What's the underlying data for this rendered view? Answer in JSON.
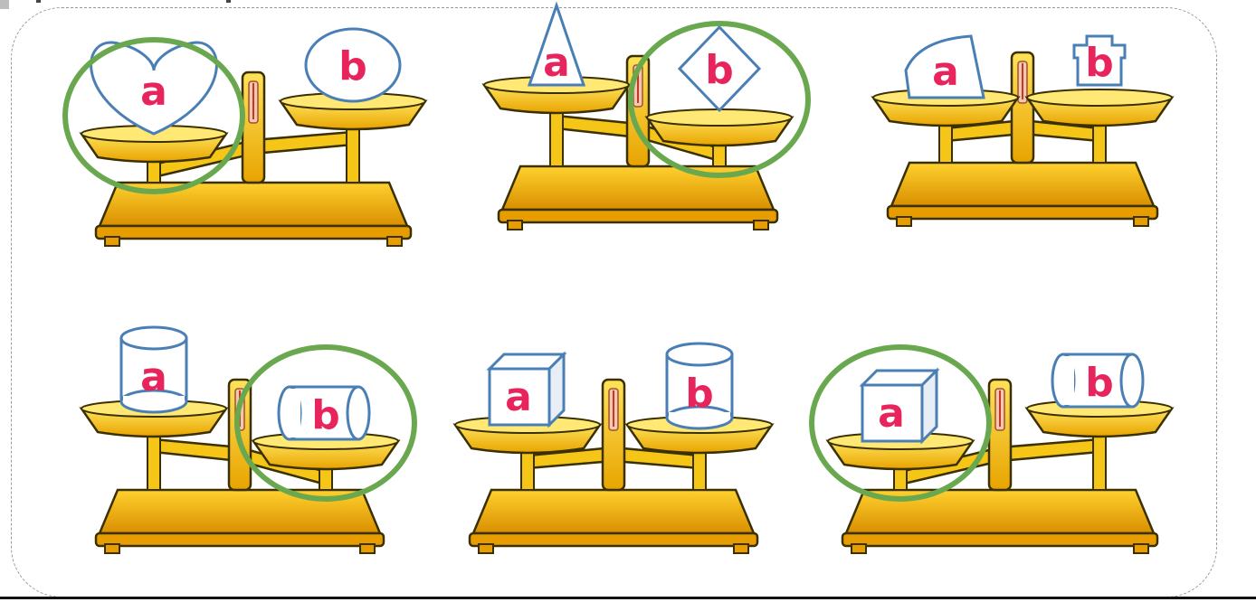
{
  "scales": [
    {
      "left": {
        "shape": "heart",
        "label": "a"
      },
      "right": {
        "shape": "oval",
        "label": "b"
      },
      "tilt": "left",
      "circled": "left"
    },
    {
      "left": {
        "shape": "triangle",
        "label": "a"
      },
      "right": {
        "shape": "diamond",
        "label": "b"
      },
      "tilt": "right",
      "circled": "right"
    },
    {
      "left": {
        "shape": "cone-slice",
        "label": "a"
      },
      "right": {
        "shape": "cross-block",
        "label": "b"
      },
      "tilt": "level",
      "circled": "none"
    },
    {
      "left": {
        "shape": "cylinder-upright",
        "label": "a"
      },
      "right": {
        "shape": "cylinder-lying",
        "label": "b"
      },
      "tilt": "right",
      "circled": "right"
    },
    {
      "left": {
        "shape": "cube",
        "label": "a"
      },
      "right": {
        "shape": "cylinder-upright",
        "label": "b"
      },
      "tilt": "level",
      "circled": "none"
    },
    {
      "left": {
        "shape": "cube",
        "label": "a"
      },
      "right": {
        "shape": "cylinder-lying",
        "label": "b"
      },
      "tilt": "left",
      "circled": "left"
    }
  ],
  "colors": {
    "scale_body": "#f5c518",
    "scale_outline": "#3a3000",
    "shape_outline": "#4a7fb5",
    "label": "#e8245c",
    "circle": "#6aa84f"
  }
}
